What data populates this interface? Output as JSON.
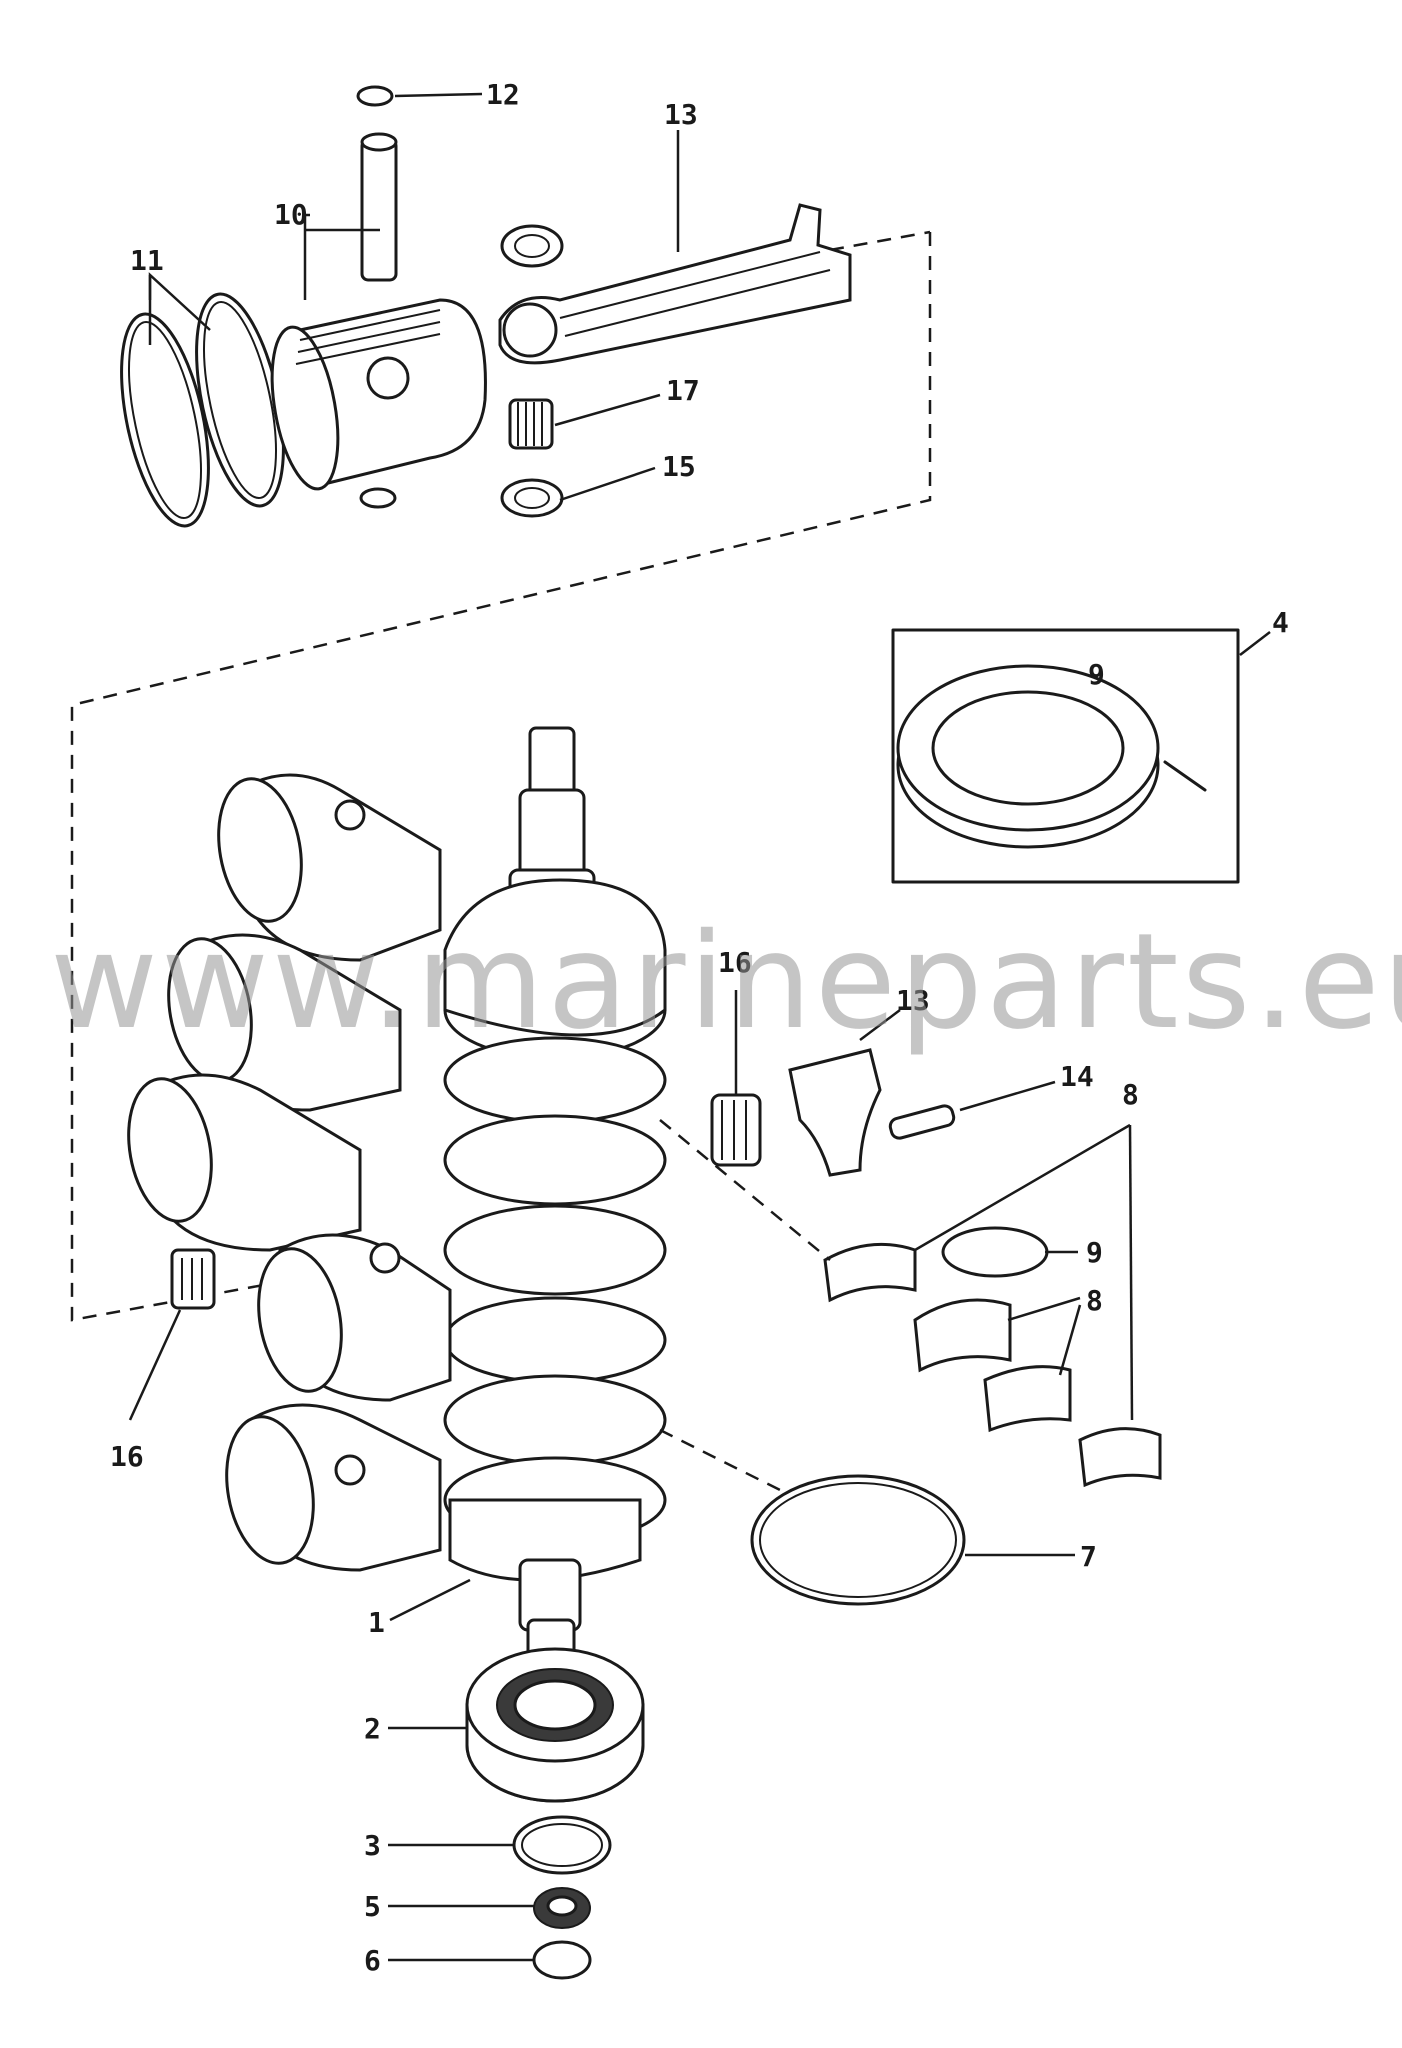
{
  "watermark": "www.marineparts.eu",
  "callouts": {
    "c1": "1",
    "c2": "2",
    "c3": "3",
    "c4": "4",
    "c5": "5",
    "c6": "6",
    "c7": "7",
    "c8a": "8",
    "c8b": "8",
    "c9a": "9",
    "c9b": "9",
    "c10": "10",
    "c11": "11",
    "c12": "12",
    "c13a": "13",
    "c13b": "13",
    "c14": "14",
    "c15": "15",
    "c16a": "16",
    "c16b": "16",
    "c17": "17"
  }
}
